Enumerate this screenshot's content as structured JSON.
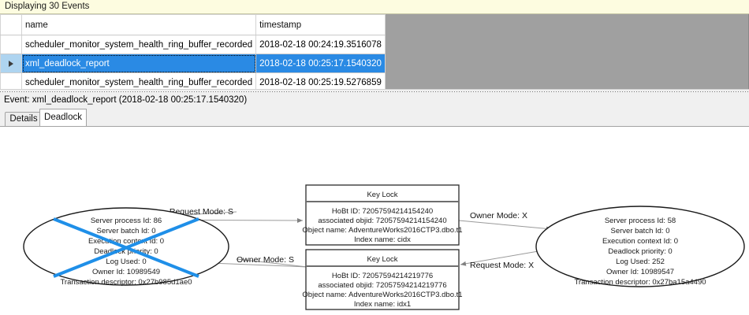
{
  "banner": {
    "text": "Displaying 30 Events"
  },
  "grid": {
    "columns": [
      {
        "key": "selector",
        "label": ""
      },
      {
        "key": "name",
        "label": "name"
      },
      {
        "key": "timestamp",
        "label": "timestamp"
      }
    ],
    "rows": [
      {
        "selector": "",
        "name": "scheduler_monitor_system_health_ring_buffer_recorded",
        "timestamp": "2018-02-18 00:24:19.3516078",
        "selected": false
      },
      {
        "selector": "row-selector-arrow",
        "name": "xml_deadlock_report",
        "timestamp": "2018-02-18 00:25:17.1540320",
        "selected": true
      },
      {
        "selector": "",
        "name": "scheduler_monitor_system_health_ring_buffer_recorded",
        "timestamp": "2018-02-18 00:25:19.5276859",
        "selected": false
      }
    ],
    "selection_color": "#2a8ae4",
    "empty_area_color": "#a0a0a0"
  },
  "event": {
    "label": "Event: xml_deadlock_report (2018-02-18 00:25:17.1540320)"
  },
  "tabs": [
    {
      "label": "Details",
      "active": false
    },
    {
      "label": "Deadlock",
      "active": true
    }
  ],
  "deadlock_graph": {
    "victim_cross_color": "#1f8fe8",
    "processes": [
      {
        "id": "process-left",
        "victim": true,
        "lines": [
          "Server process Id: 86",
          "Server batch Id: 0",
          "Execution context Id: 0",
          "Deadlock priority: 0",
          "Log Used: 0",
          "Owner Id: 10989549",
          "Transaction descriptor: 0x27b985d1ae0"
        ]
      },
      {
        "id": "process-right",
        "victim": false,
        "lines": [
          "Server process Id: 58",
          "Server batch Id: 0",
          "Execution context Id: 0",
          "Deadlock priority: 0",
          "Log Used: 252",
          "Owner Id: 10989547",
          "Transaction descriptor: 0x27ba15a4490"
        ]
      }
    ],
    "resources": [
      {
        "id": "keylock-top",
        "title": "Key Lock",
        "lines": [
          "HoBt ID: 72057594214154240",
          "associated objid: 72057594214154240",
          "Object name: AdventureWorks2016CTP3.dbo.t1",
          "Index name: cidx"
        ]
      },
      {
        "id": "keylock-bottom",
        "title": "Key Lock",
        "lines": [
          "HoBt ID: 72057594214219776",
          "associated objid: 72057594214219776",
          "Object name: AdventureWorks2016CTP3.dbo.t1",
          "Index name: idx1"
        ]
      }
    ],
    "edges": [
      {
        "id": "edge-left-request",
        "label": "Request Mode: S"
      },
      {
        "id": "edge-left-owner",
        "label": "Owner Mode: S"
      },
      {
        "id": "edge-right-owner",
        "label": "Owner Mode: X"
      },
      {
        "id": "edge-right-request",
        "label": "Request Mode: X"
      }
    ]
  }
}
